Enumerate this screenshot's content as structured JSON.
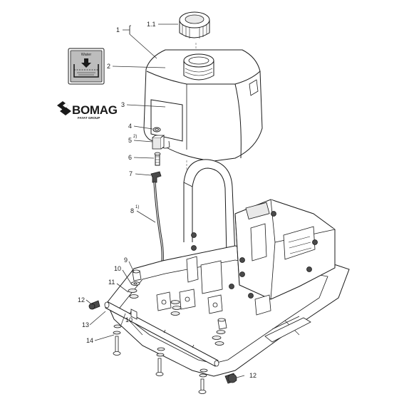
{
  "brand": {
    "name": "BOMAG",
    "subtitle": "FAYAT GROUP"
  },
  "water_label": {
    "text": "Water"
  },
  "callouts": [
    {
      "id": "c1",
      "text": "1"
    },
    {
      "id": "c1_1",
      "text": "1.1"
    },
    {
      "id": "c2",
      "text": "2"
    },
    {
      "id": "c3",
      "text": "3"
    },
    {
      "id": "c4",
      "text": "4"
    },
    {
      "id": "c5",
      "text": "5",
      "sup": "2)"
    },
    {
      "id": "c6",
      "text": "6"
    },
    {
      "id": "c7",
      "text": "7"
    },
    {
      "id": "c8",
      "text": "8",
      "sup": "1)"
    },
    {
      "id": "c9",
      "text": "9"
    },
    {
      "id": "c10a",
      "text": "10"
    },
    {
      "id": "c11",
      "text": "11"
    },
    {
      "id": "c12a",
      "text": "12"
    },
    {
      "id": "c13",
      "text": "13"
    },
    {
      "id": "c10b",
      "text": "10"
    },
    {
      "id": "c14",
      "text": "14"
    },
    {
      "id": "c12b",
      "text": "12"
    }
  ]
}
